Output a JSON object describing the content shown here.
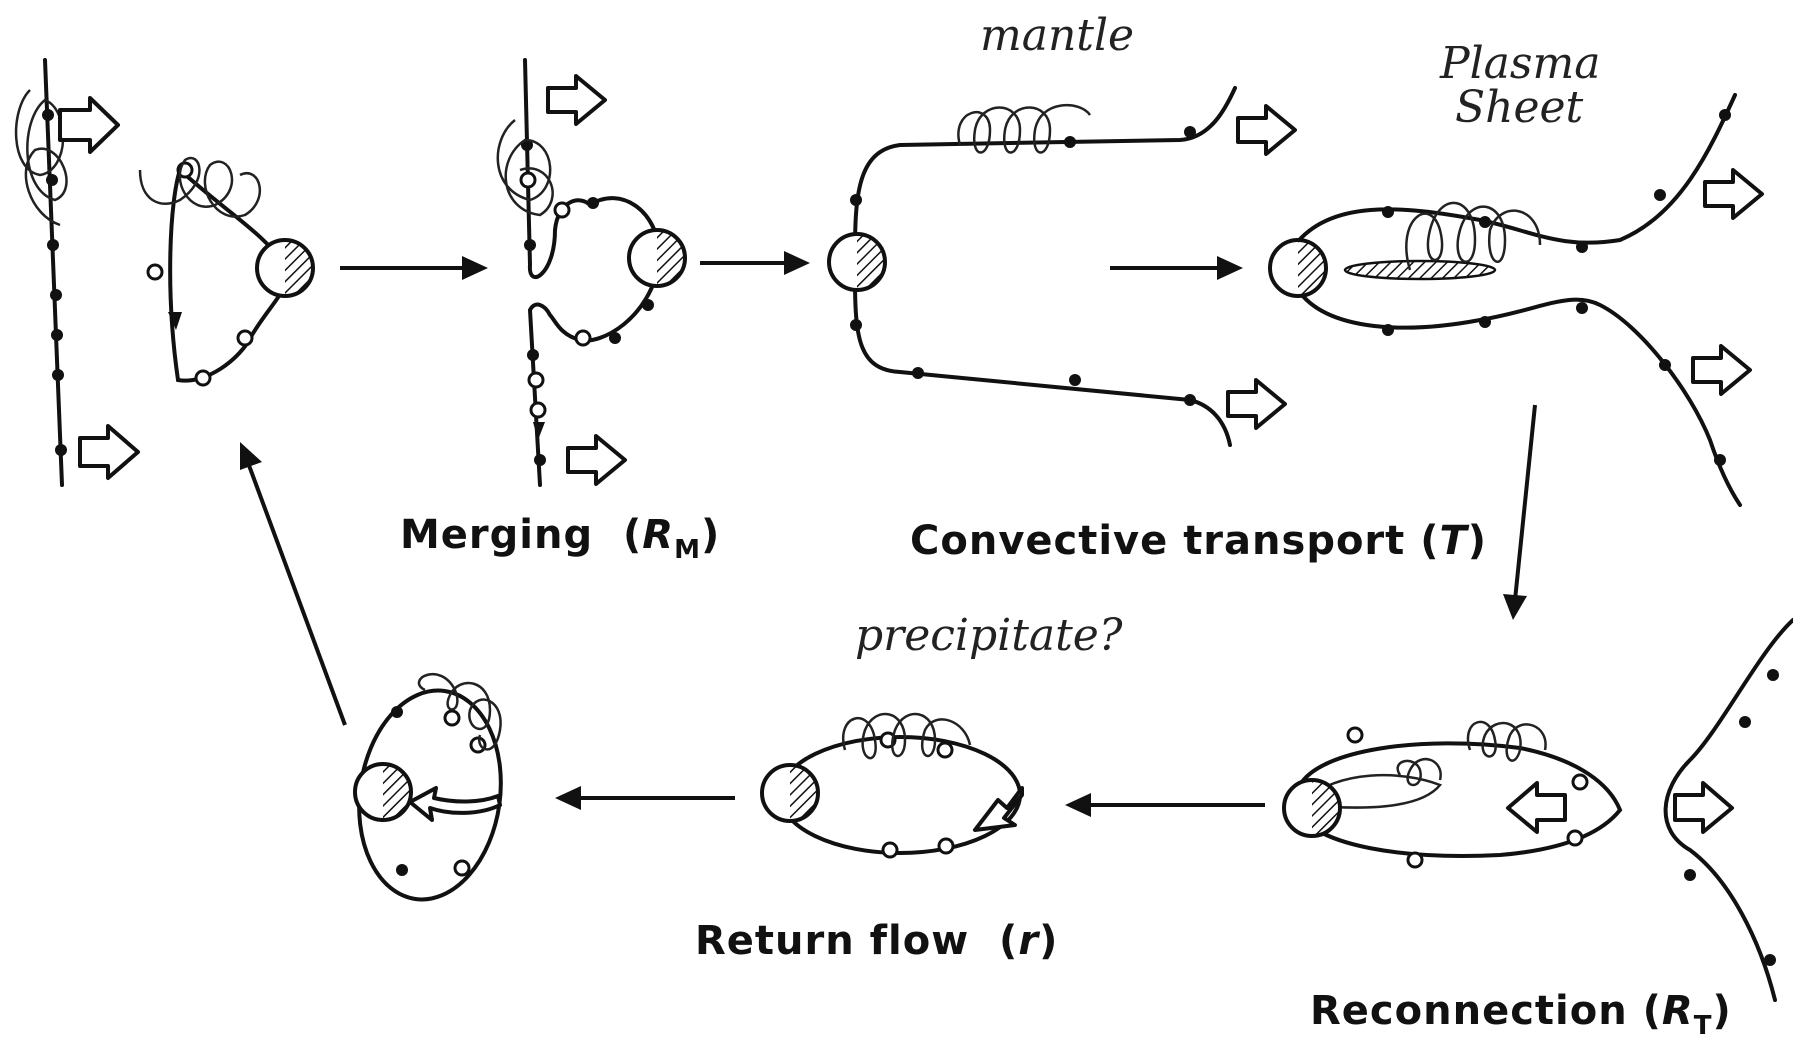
{
  "labels": {
    "merging": "Merging",
    "merging_symbol": "R",
    "merging_sub": "M",
    "convective": "Convective transport",
    "convective_symbol": "T",
    "return_flow": "Return flow",
    "return_symbol": "r",
    "reconnection": "Reconnection",
    "reconnection_symbol": "R",
    "reconnection_sub": "T"
  },
  "annotations": {
    "mantle": "mantle",
    "plasma": "Plasma",
    "sheet": "Sheet",
    "precipitate": "precipitate?"
  },
  "colors": {
    "ink": "#111111",
    "background": "#ffffff"
  }
}
